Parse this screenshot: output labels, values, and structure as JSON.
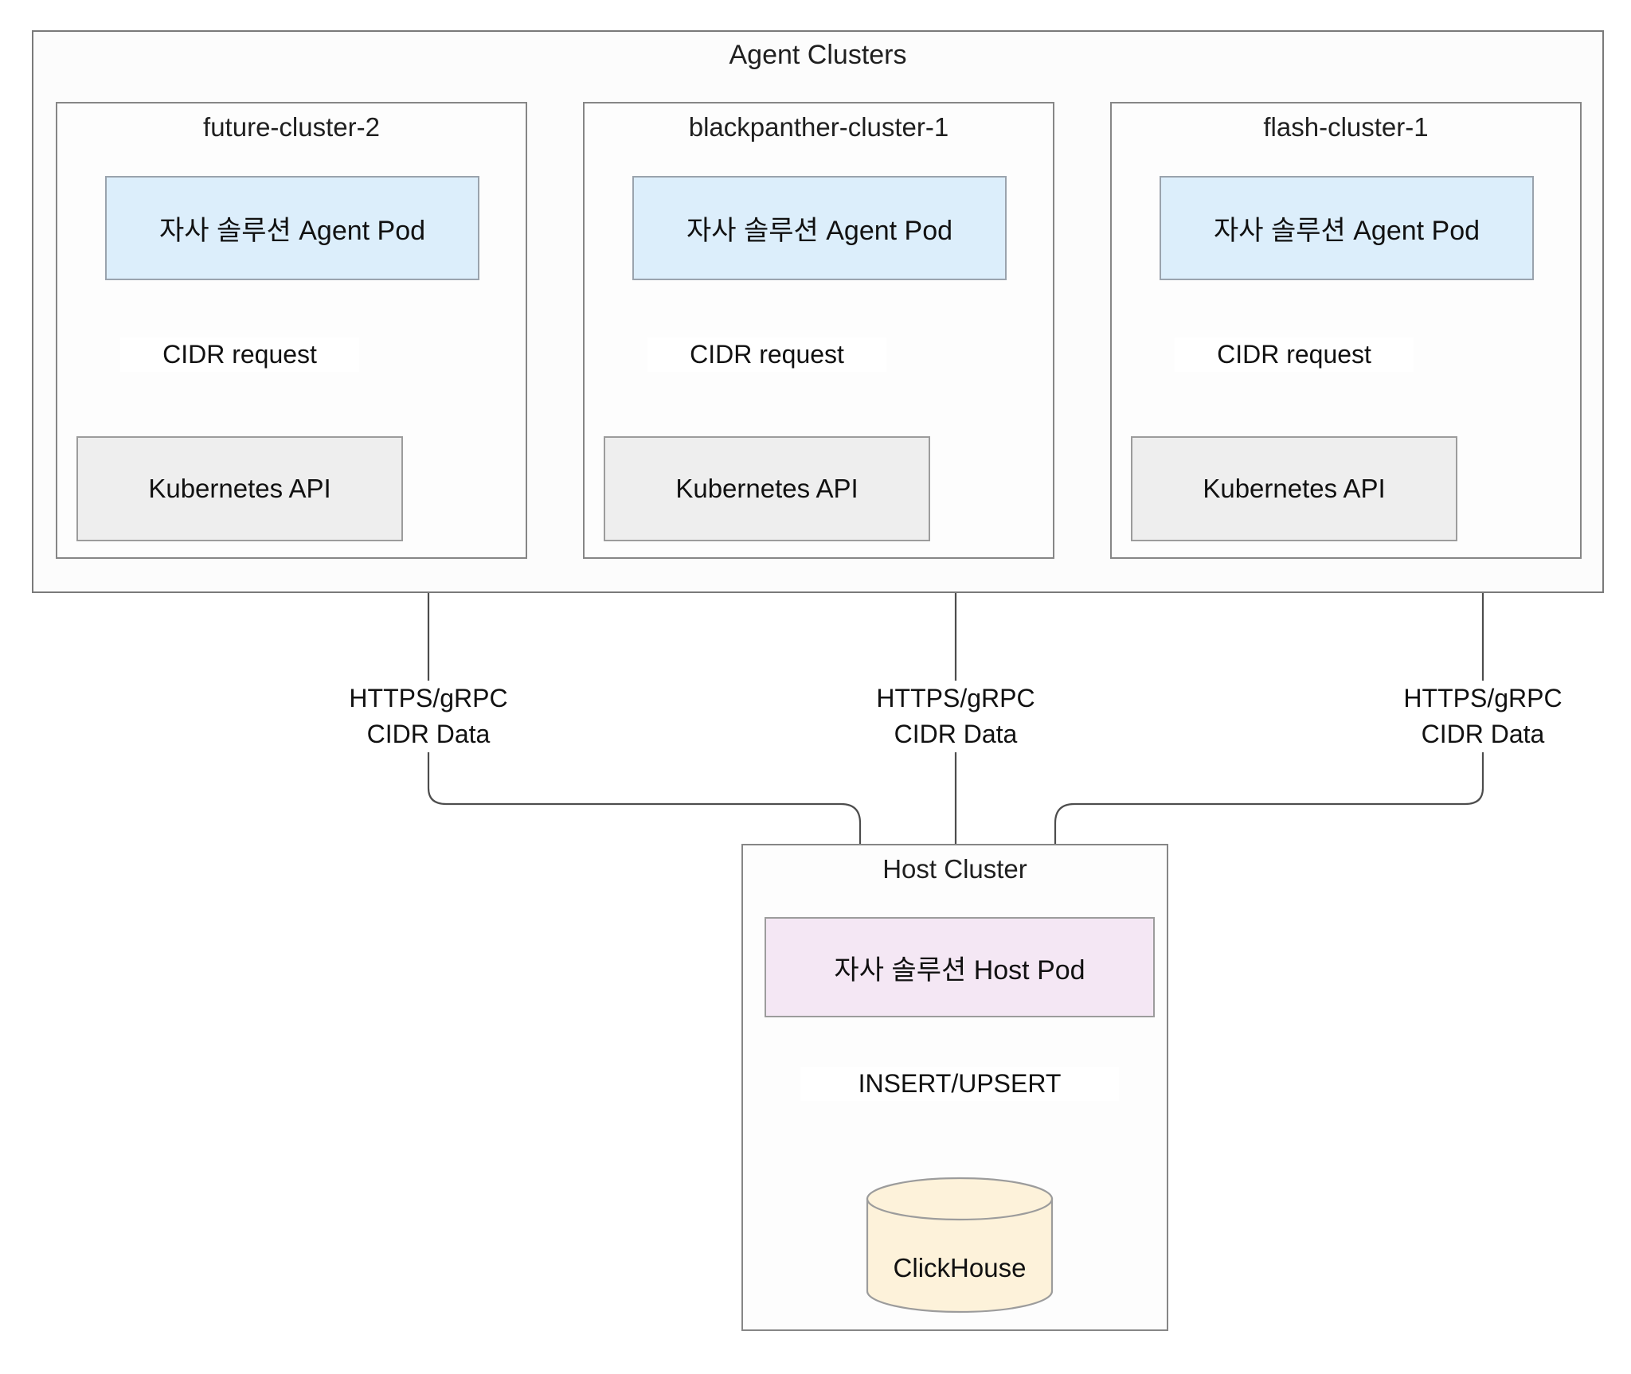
{
  "diagram": {
    "title": "Agent Clusters",
    "host_group_title": "Host Cluster"
  },
  "agent_clusters": [
    {
      "name": "future-cluster-2",
      "agent_pod_label": "자사 솔루션 Agent Pod",
      "k8s_label": "Kubernetes API",
      "cidr_edge_label": "CIDR request",
      "uplink_label_line1": "HTTPS/gRPC",
      "uplink_label_line2": "CIDR Data"
    },
    {
      "name": "blackpanther-cluster-1",
      "agent_pod_label": "자사 솔루션 Agent Pod",
      "k8s_label": "Kubernetes API",
      "cidr_edge_label": "CIDR request",
      "uplink_label_line1": "HTTPS/gRPC",
      "uplink_label_line2": "CIDR Data"
    },
    {
      "name": "flash-cluster-1",
      "agent_pod_label": "자사 솔루션 Agent Pod",
      "k8s_label": "Kubernetes API",
      "cidr_edge_label": "CIDR request",
      "uplink_label_line1": "HTTPS/gRPC",
      "uplink_label_line2": "CIDR Data"
    }
  ],
  "host_cluster": {
    "host_pod_label": "자사 솔루션 Host Pod",
    "insert_edge_label": "INSERT/UPSERT",
    "database_label": "ClickHouse"
  },
  "colors": {
    "agent_pod_fill": "#dceefb",
    "k8s_fill": "#eeeeee",
    "host_pod_fill": "#f4e7f4",
    "database_fill": "#fdf2da",
    "group_border": "#7a7a7a",
    "edge_stroke": "#4d4d4d",
    "arrow_fill": "#6b6b6b"
  }
}
